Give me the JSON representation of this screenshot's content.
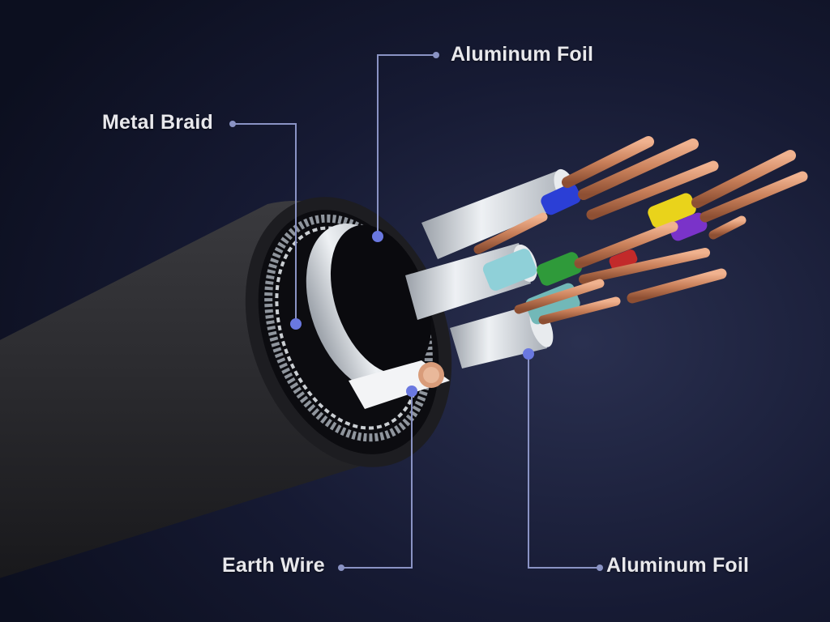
{
  "diagram": {
    "labels": {
      "metal_braid": "Metal Braid",
      "aluminum_foil_top": "Aluminum Foil",
      "earth_wire": "Earth Wire",
      "aluminum_foil_bottom": "Aluminum Foil"
    },
    "colors": {
      "background": "#14182e",
      "jacket": "#2a2a2d",
      "copper": "#c9805a",
      "foil": "#d9dde2",
      "leader_line": "#8a93c4",
      "label_text": "#e8e8ec"
    },
    "pair_colors": [
      "#2b3fd6",
      "#e9d31b",
      "#7a33c9",
      "#2f9a3a",
      "#8fd0d8",
      "#c22a2a"
    ]
  }
}
